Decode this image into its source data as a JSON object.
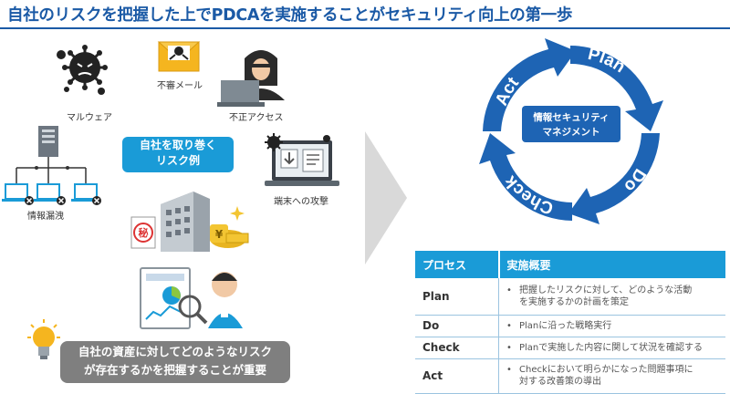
{
  "title": "自社のリスクを把握した上でPDCAを実施することがセキュリティ向上の第一歩",
  "risks": {
    "malware": "マルウェア",
    "spam": "不審メール",
    "unauthorized": "不正アクセス",
    "leak": "情報漏洩",
    "attack": "端末への攻撃",
    "center_label": [
      "自社を取り巻く",
      "リスク例"
    ],
    "seal_char": "秘",
    "yen_char": "¥"
  },
  "callout": [
    "自社の資産に対してどのようなリスク",
    "が存在するかを把握することが重要"
  ],
  "cycle": {
    "center": [
      "情報セキュリティ",
      "マネジメント"
    ],
    "plan": "Plan",
    "do": "Do",
    "check": "Check",
    "act": "Act"
  },
  "table": {
    "headers": [
      "プロセス",
      "実施概要"
    ],
    "rows": [
      {
        "process": "Plan",
        "bullet": "•",
        "lines": [
          "把握したリスクに対して、どのような活動",
          "を実施するかの計画を策定"
        ]
      },
      {
        "process": "Do",
        "bullet": "•",
        "lines": [
          "Planに沿った戦略実行"
        ]
      },
      {
        "process": "Check",
        "bullet": "•",
        "lines": [
          "Planで実施した内容に関して状況を確認する"
        ]
      },
      {
        "process": "Act",
        "bullet": "•",
        "lines": [
          "Checkにおいて明らかになった問題事項に",
          "対する改善策の導出"
        ]
      }
    ]
  },
  "colors": {
    "title": "#1b5aa6",
    "accent_blue": "#1a9bd7",
    "cycle_blue": "#1e64b4",
    "gray": "#7f7f7f"
  }
}
